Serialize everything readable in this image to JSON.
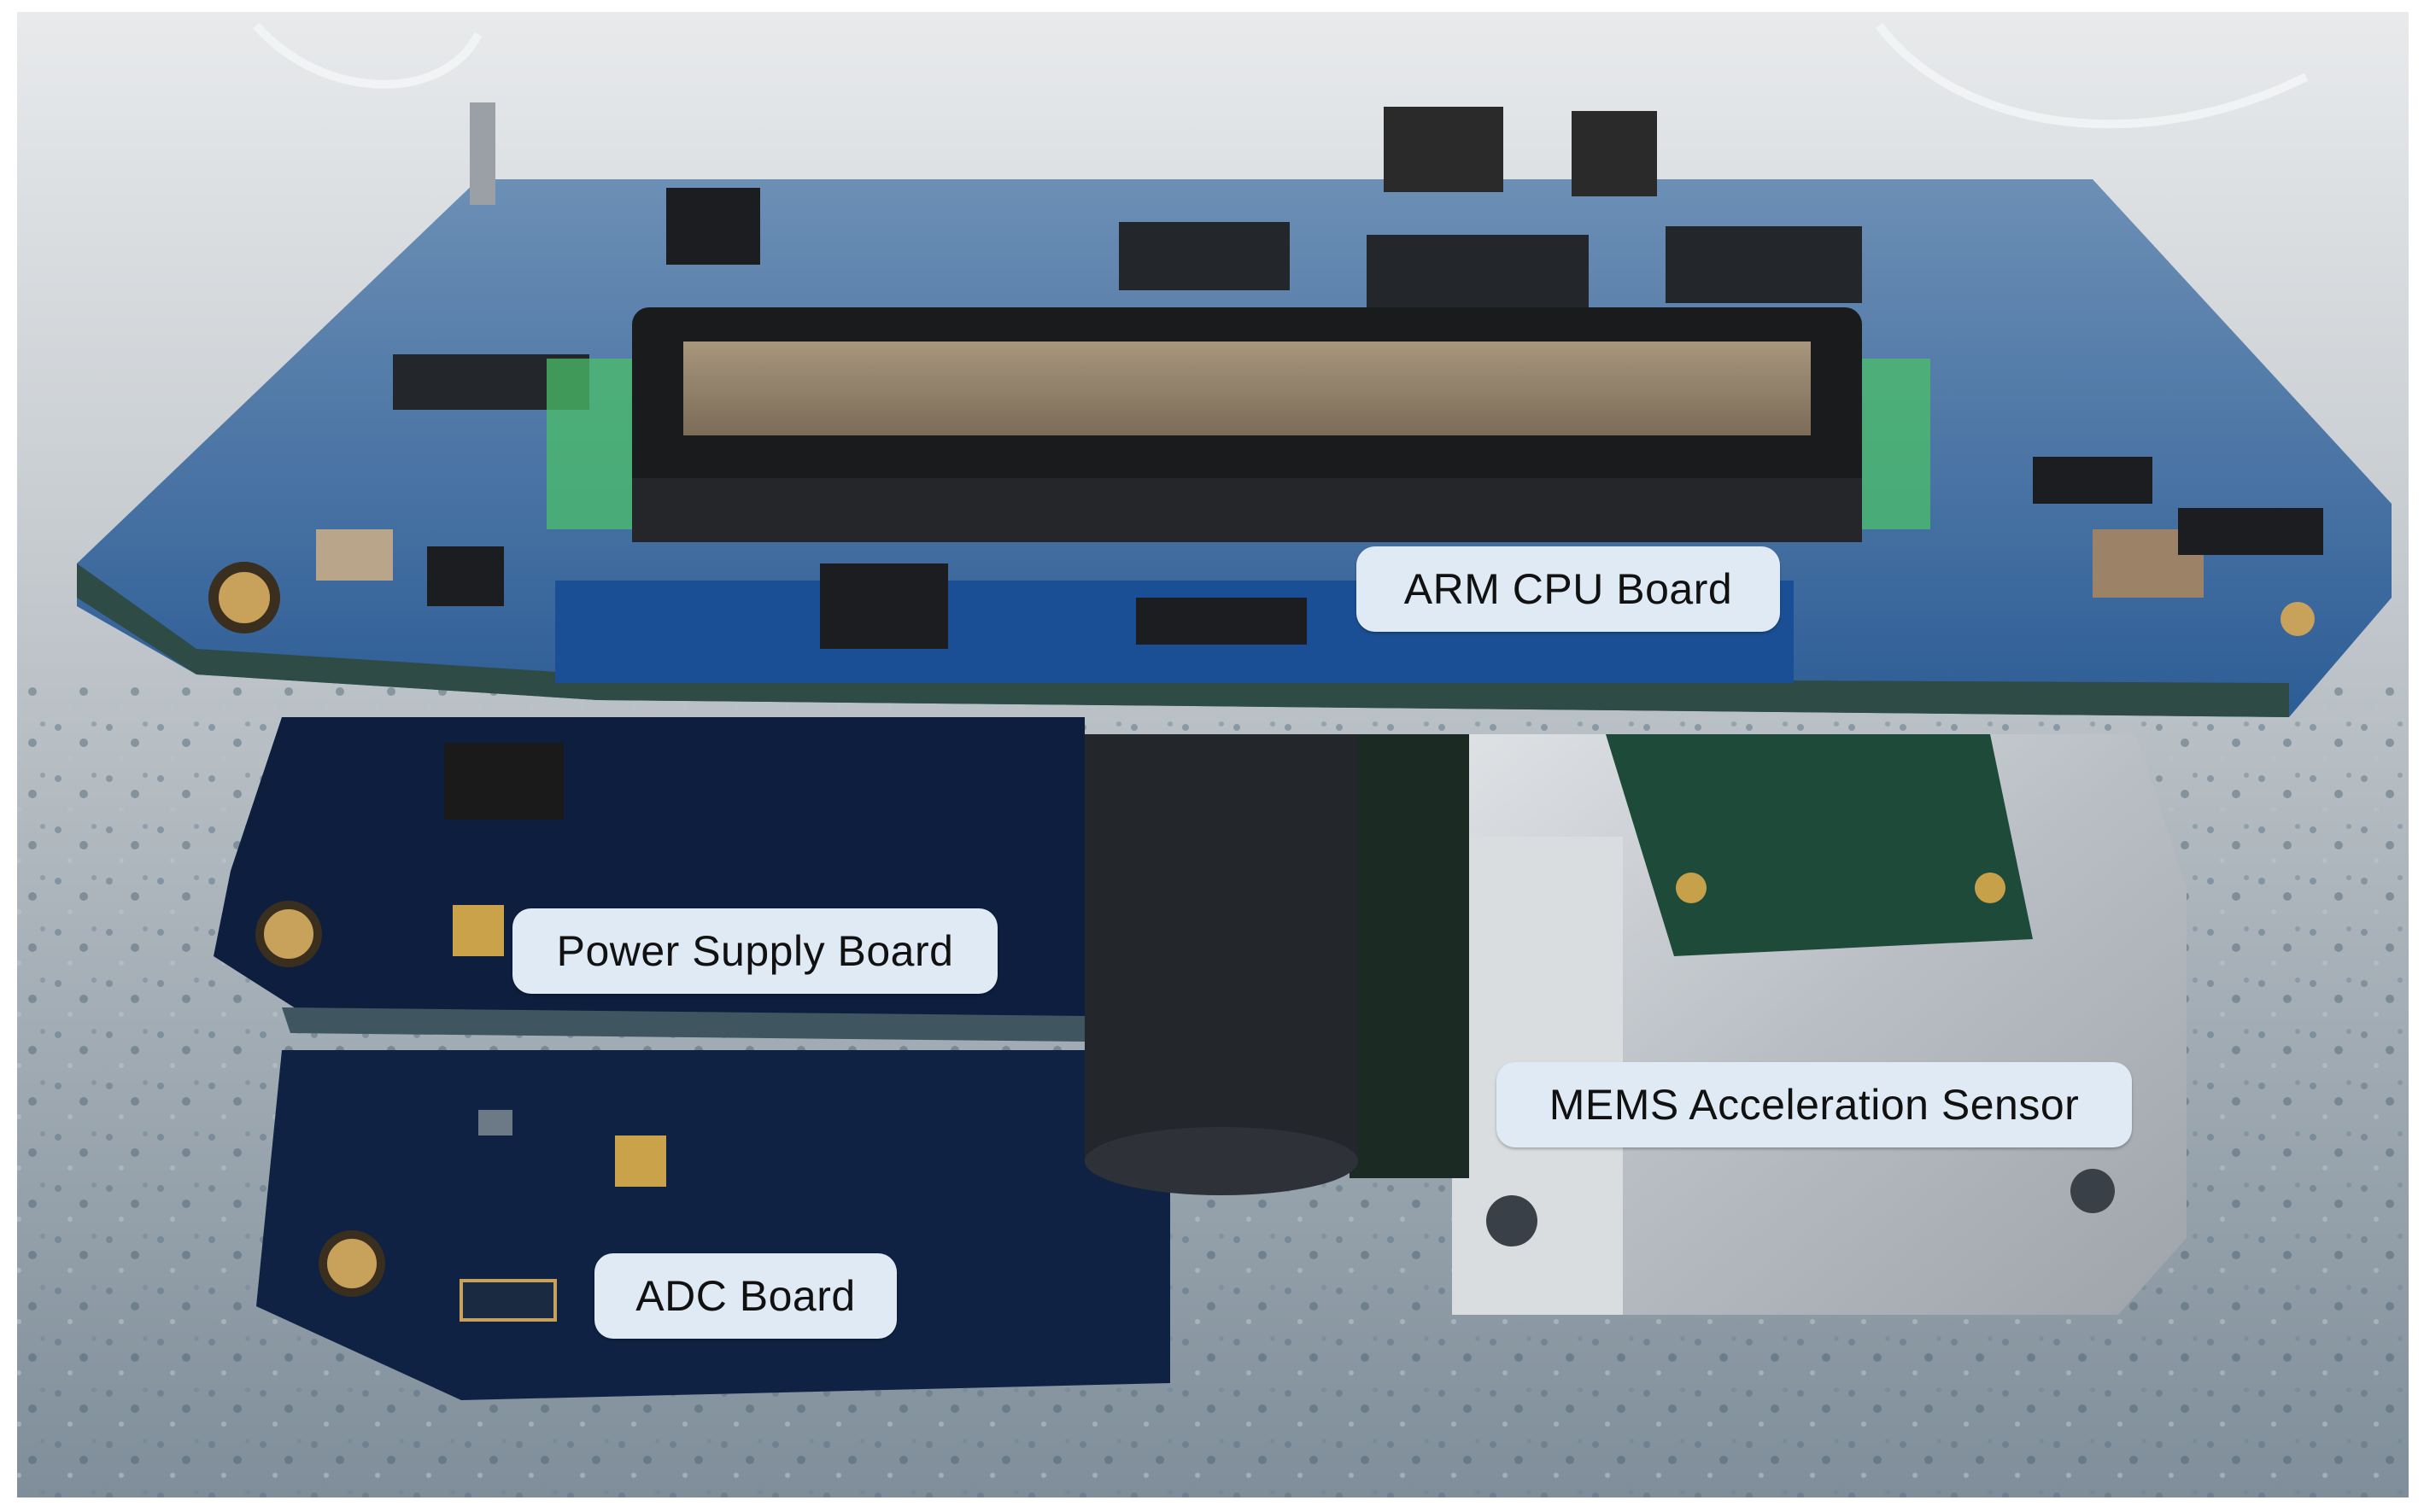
{
  "labels": {
    "arm_cpu_board": "ARM CPU Board",
    "power_supply_board": "Power Supply Board",
    "mems_acceleration_sensor": "MEMS Acceleration Sensor",
    "adc_board": "ADC Board"
  },
  "colors": {
    "callout_background": "#dfeaf5",
    "pcb_blue": "#1f4f8f",
    "pcb_dark": "#0f2244",
    "aluminum": "#c9cdd2",
    "bench": "#8e9fab"
  }
}
